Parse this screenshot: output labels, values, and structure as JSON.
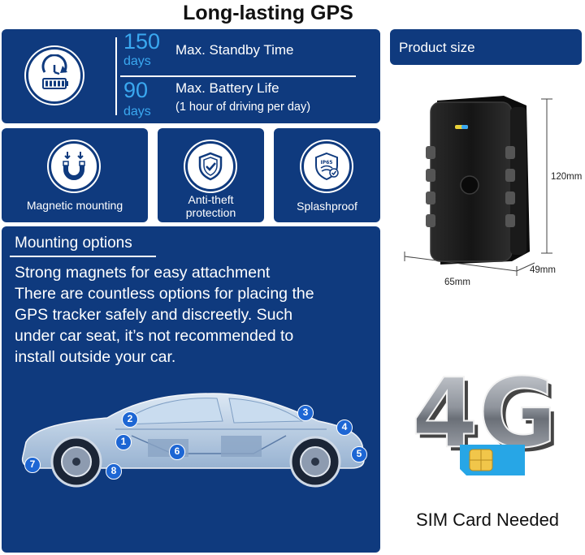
{
  "title": "Long-lasting GPS",
  "battery": {
    "standby_value": "150",
    "standby_unit": "days",
    "standby_label": "Max. Standby Time",
    "life_value": "90",
    "life_unit": "days",
    "life_label": "Max. Battery Life",
    "life_note": "(1 hour of driving per day)",
    "icon": "battery-clock-icon"
  },
  "features": [
    {
      "label": "Magnetic mounting",
      "icon": "magnet-icon"
    },
    {
      "label": "Anti-theft protection",
      "line1": "Anti-theft",
      "line2": "protection",
      "icon": "shield-check-icon"
    },
    {
      "label": "Splashproof",
      "icon": "ip65-shield-icon"
    }
  ],
  "mounting": {
    "title": "Mounting options",
    "line1": "Strong magnets for easy attachment",
    "line2": "There are countless options for placing the",
    "line3": "GPS tracker safely and discreetly. Such",
    "line4": "under car seat, it’s not recommended to",
    "line5": "install outside your car.",
    "markers": [
      "1",
      "2",
      "3",
      "4",
      "5",
      "6",
      "7",
      "8"
    ]
  },
  "product_size": {
    "title": "Product size",
    "height": "120mm",
    "width": "65mm",
    "depth": "49mm"
  },
  "network": {
    "badge": "4G",
    "caption": "SIM Card Needed"
  },
  "colors": {
    "panel_blue": "#0f3a7e",
    "accent_blue": "#3aa8f0",
    "marker_blue": "#1d66d4"
  }
}
